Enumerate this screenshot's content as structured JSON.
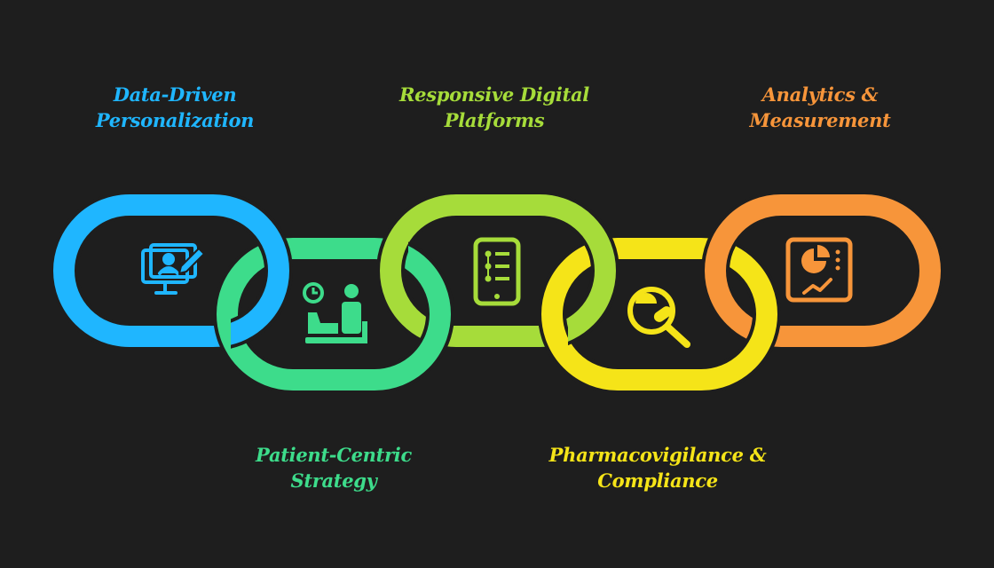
{
  "colors": {
    "background": "#1e1e1e",
    "blue": "#1fb6ff",
    "green": "#3ddc8b",
    "lime": "#a6dc3a",
    "yellow": "#f5e418",
    "orange": "#f7953a"
  },
  "links": [
    {
      "icon": "personalization-monitor-icon",
      "color": "#1fb6ff",
      "title": [
        "Data-Driven",
        "Personalization"
      ]
    },
    {
      "icon": "patient-consultation-icon",
      "color": "#3ddc8b",
      "title": [
        "Patient-Centric",
        "Strategy"
      ]
    },
    {
      "icon": "mobile-app-icon",
      "color": "#a6dc3a",
      "title": [
        "Responsive Digital",
        "Platforms"
      ]
    },
    {
      "icon": "pill-search-icon",
      "color": "#f5e418",
      "title": [
        "Pharmacovigilance &",
        "Compliance"
      ]
    },
    {
      "icon": "analytics-dashboard-icon",
      "color": "#f7953a",
      "title": [
        "Analytics &",
        "Measurement"
      ]
    }
  ]
}
